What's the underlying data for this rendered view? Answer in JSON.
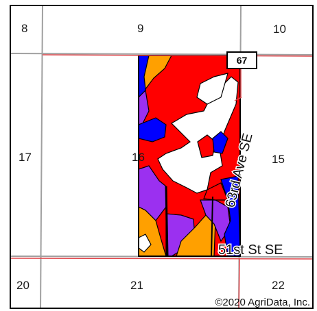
{
  "sections": {
    "s8": "8",
    "s9": "9",
    "s10": "10",
    "s17": "17",
    "s16": "16",
    "s15": "15",
    "s20": "20",
    "s21": "21",
    "s22": "22"
  },
  "roads": {
    "vertical_road": "63rd Ave SE",
    "horizontal_road": "51st St SE",
    "route_shield": "67"
  },
  "copyright": "©2020 AgriData, Inc.",
  "colors": {
    "section_line": "#a0a0a0",
    "road_line": "#e0474c",
    "soil_red": "#ff0000",
    "soil_blue": "#0000ff",
    "soil_purple": "#9b30f0",
    "soil_orange": "#ffa000",
    "parcel_outline": "#000000"
  }
}
